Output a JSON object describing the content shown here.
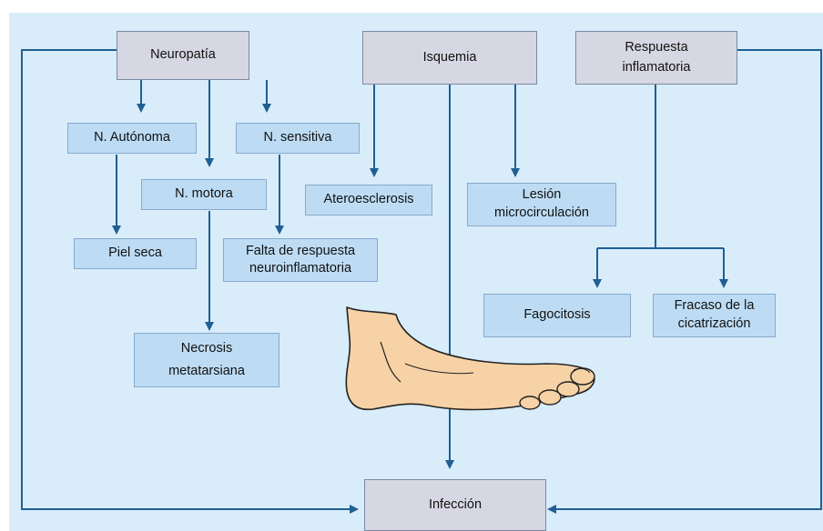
{
  "nodes": {
    "neuropatia": "Neuropatía",
    "isquemia": "Isquemia",
    "respuesta_line1": "Respuesta",
    "respuesta_line2": "inflamatoria",
    "n_autonoma": "N. Autónoma",
    "n_sensitiva": "N. sensitiva",
    "n_motora": "N. motora",
    "ateroesclerosis": "Ateroesclerosis",
    "lesion_line1": "Lesión",
    "lesion_line2": "microcirculación",
    "piel_seca": "Piel seca",
    "falta_line1": "Falta de respuesta",
    "falta_line2": "neuroinflamatoria",
    "fagocitosis": "Fagocitosis",
    "fracaso_line1": "Fracaso de la",
    "fracaso_line2": "cicatrización",
    "necrosis_line1": "Necrosis",
    "necrosis_line2": "metatarsiana",
    "infeccion": "Infección"
  },
  "colors": {
    "background": "#d9ecfa",
    "top_box": "#d6d7e2",
    "sub_box": "#bddcf4",
    "arrow": "#1f5f93",
    "foot_skin": "#f6d2a6"
  },
  "icons": {
    "foot": "foot-illustration"
  }
}
